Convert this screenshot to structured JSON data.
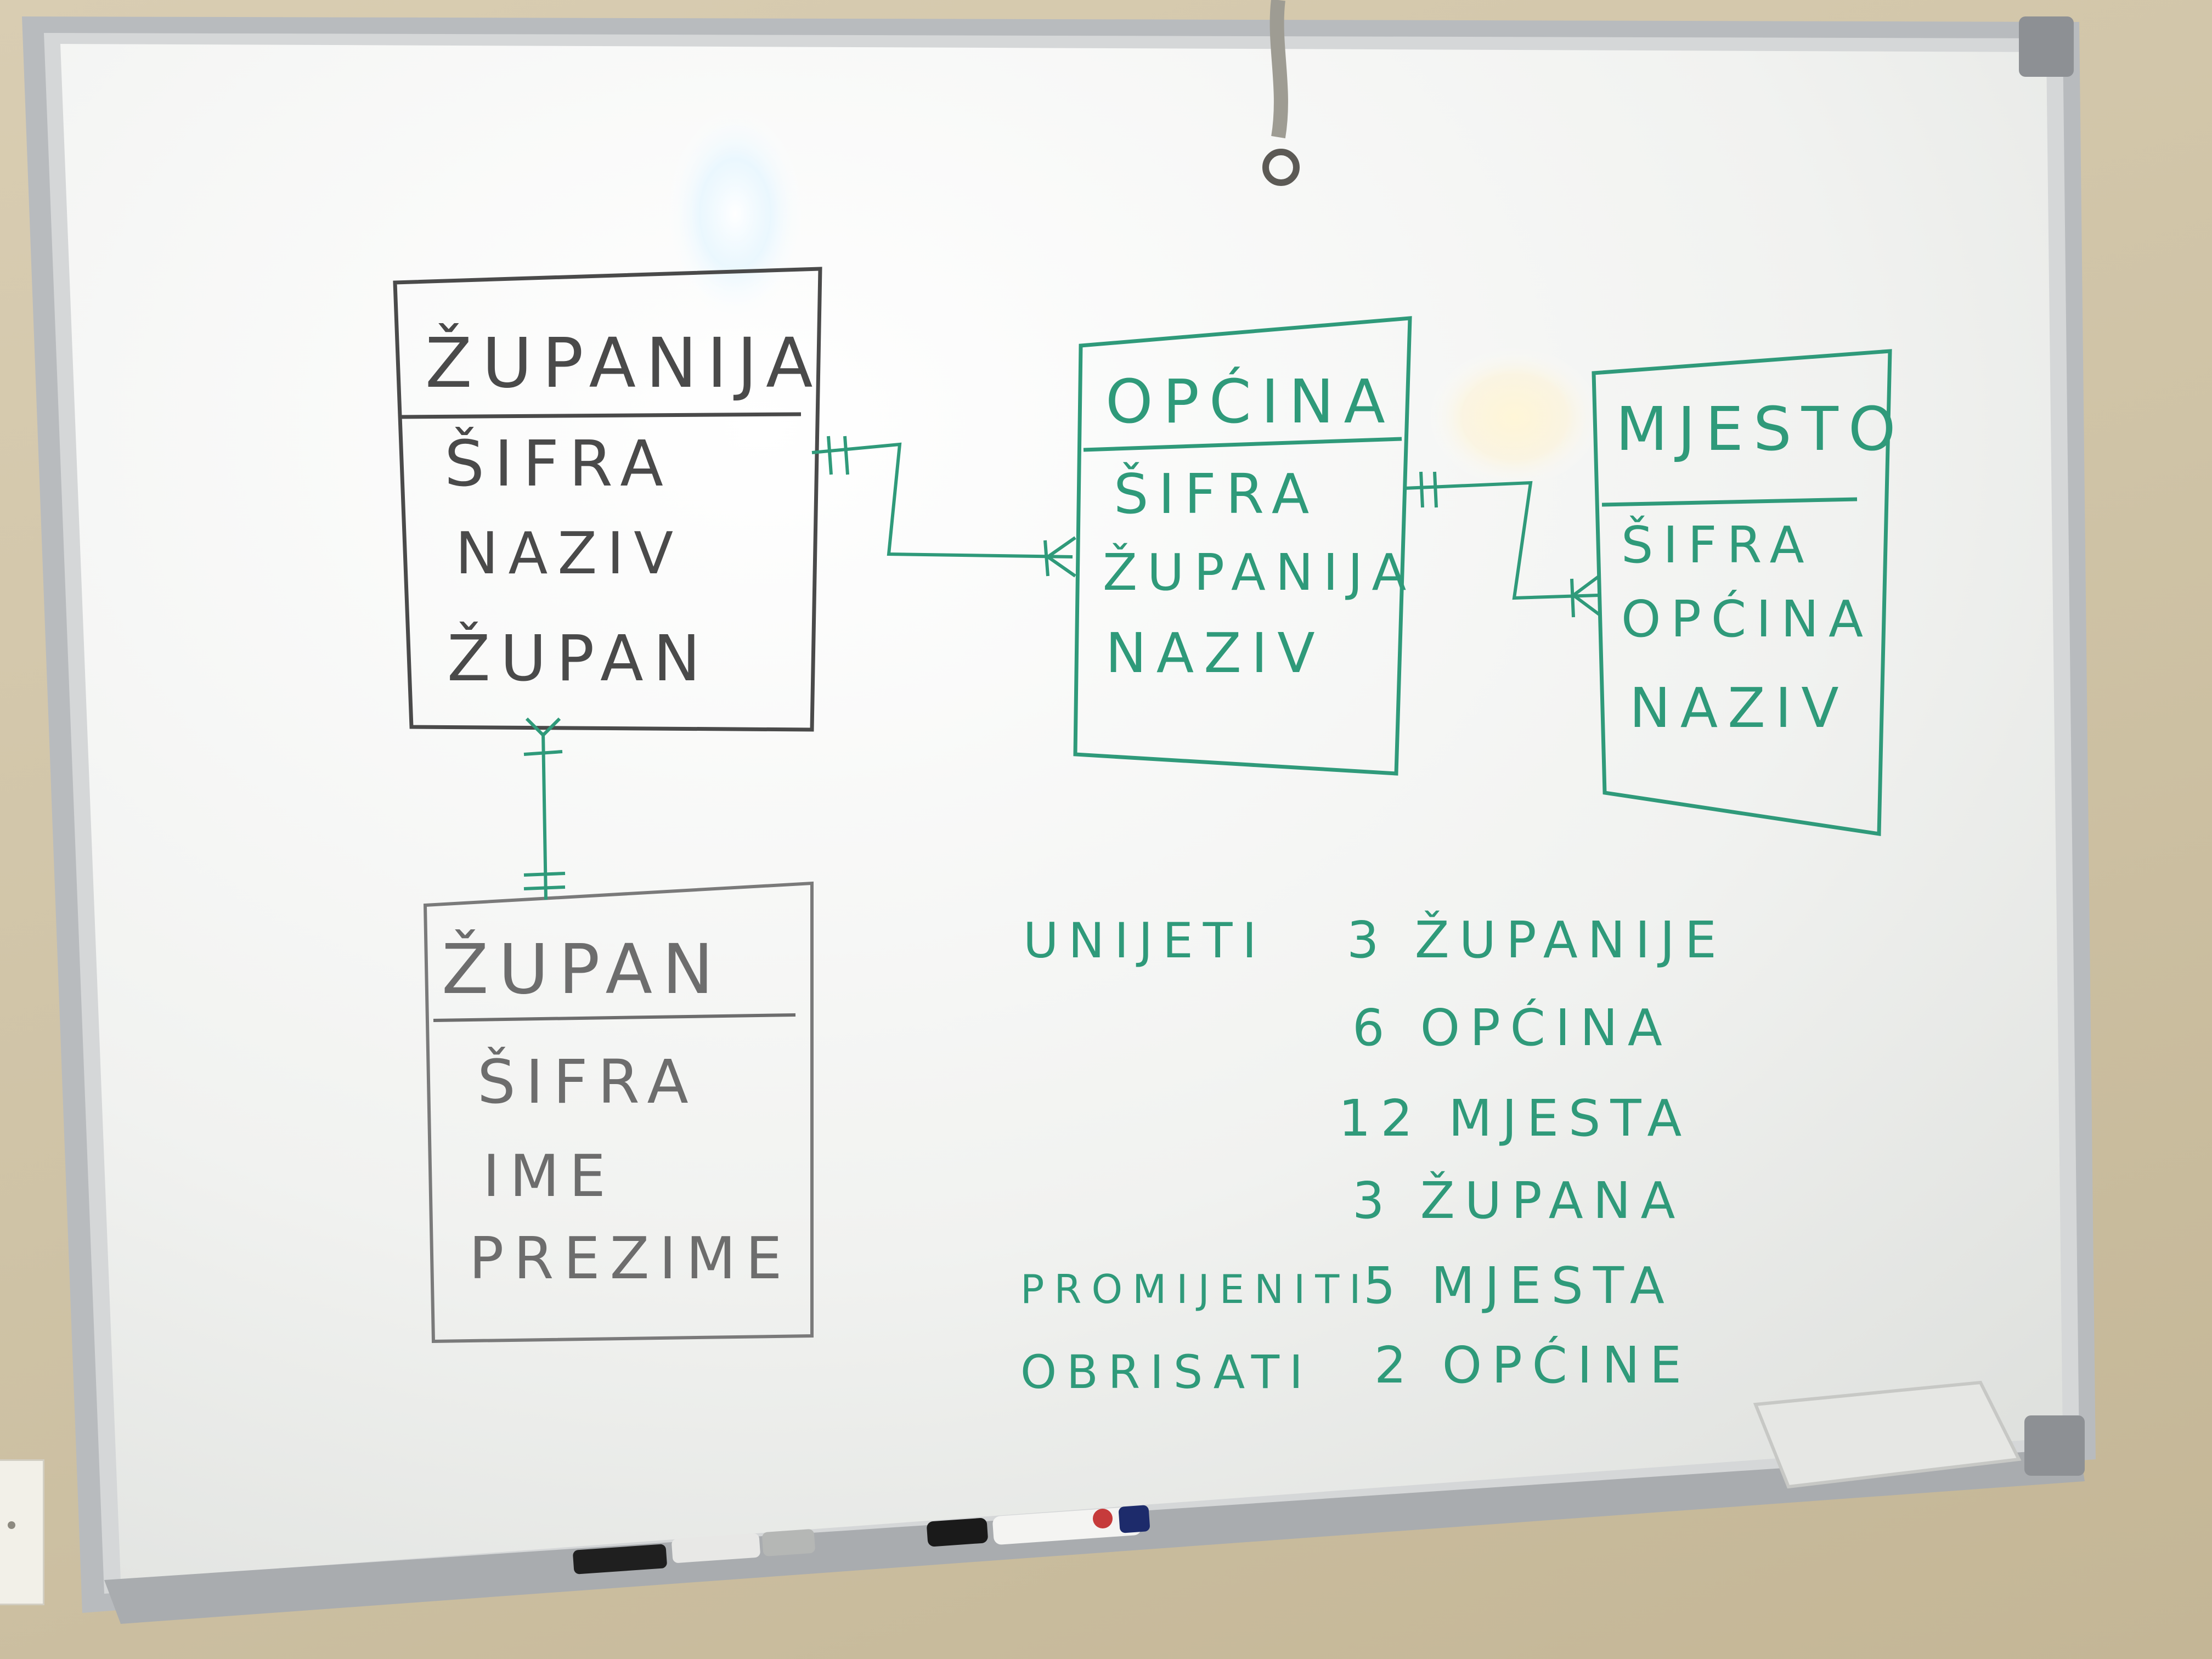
{
  "entities": [
    {
      "id": "zupanija",
      "title": "ŽUPANIJA",
      "fields": [
        "ŠIFRA",
        "NAZIV",
        "ŽUPAN"
      ]
    },
    {
      "id": "opcina",
      "title": "OPĆINA",
      "fields": [
        "ŠIFRA",
        "ŽUPANIJA",
        "NAZIV"
      ]
    },
    {
      "id": "mjesto",
      "title": "MJESTO",
      "fields": [
        "ŠIFRA",
        "OPĆINA",
        "NAZIV"
      ]
    },
    {
      "id": "zupan",
      "title": "ŽUPAN",
      "fields": [
        "ŠIFRA",
        "IME",
        "PREZIME"
      ]
    }
  ],
  "tasks": {
    "unijeti_label": "UNIJETI",
    "unijeti_items": [
      "3 ŽUPANIJE",
      "6 OPĆINA",
      "12 MJESTA",
      "3 ŽUPANA"
    ],
    "promijeniti_label": "PROMIJENITI",
    "promijeniti_item": "5 MJESTA",
    "obrisati_label": "OBRISATI",
    "obrisati_item": "2 OPĆINE"
  },
  "colors": {
    "wall": "#d6caae",
    "board": "#f2f2f0",
    "frame": "#b9bcbf",
    "marker_black": "#4a4a4a",
    "marker_green": "#2f9a7a"
  }
}
